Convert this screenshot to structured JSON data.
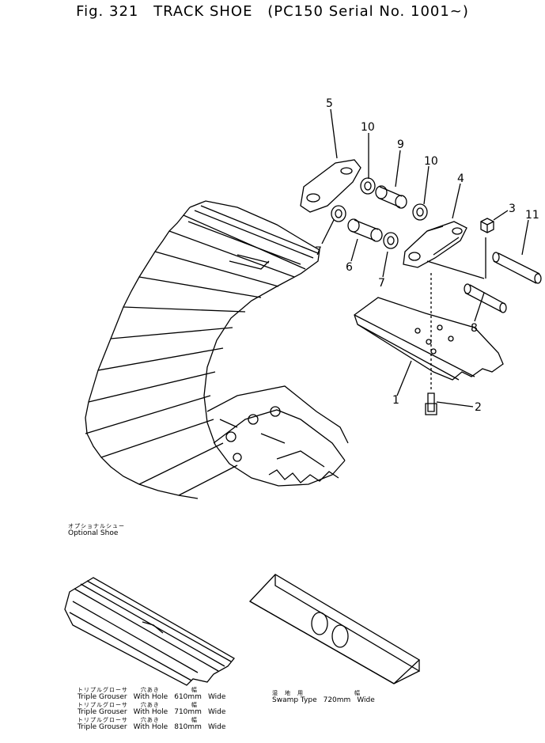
{
  "header": {
    "fig": "Fig. 321",
    "name": "TRACK SHOE",
    "model": "(PC150 Serial No. 1001~)"
  },
  "callouts": [
    "5",
    "10",
    "9",
    "10",
    "4",
    "3",
    "11",
    "7",
    "6",
    "7",
    "8",
    "1",
    "2"
  ],
  "optional": {
    "jp": "オプショナルシュー",
    "en": "Optional Shoe"
  },
  "options": [
    {
      "jp": "トリプルグローサ　　穴あき　　　　　幅",
      "type": "Triple Grouser",
      "hole": "With Hole",
      "width": "610mm",
      "wide": "Wide"
    },
    {
      "jp": "トリプルグローサ　　穴あき　　　　　幅",
      "type": "Triple Grouser",
      "hole": "With Hole",
      "width": "710mm",
      "wide": "Wide"
    },
    {
      "jp": "トリプルグローサ　　穴あき　　　　　幅",
      "type": "Triple Grouser",
      "hole": "With Hole",
      "width": "810mm",
      "wide": "Wide"
    }
  ],
  "swamp": {
    "jp": "湿　地　用　　　　　　　　幅",
    "type": "Swamp Type",
    "width": "720mm",
    "wide": "Wide"
  }
}
